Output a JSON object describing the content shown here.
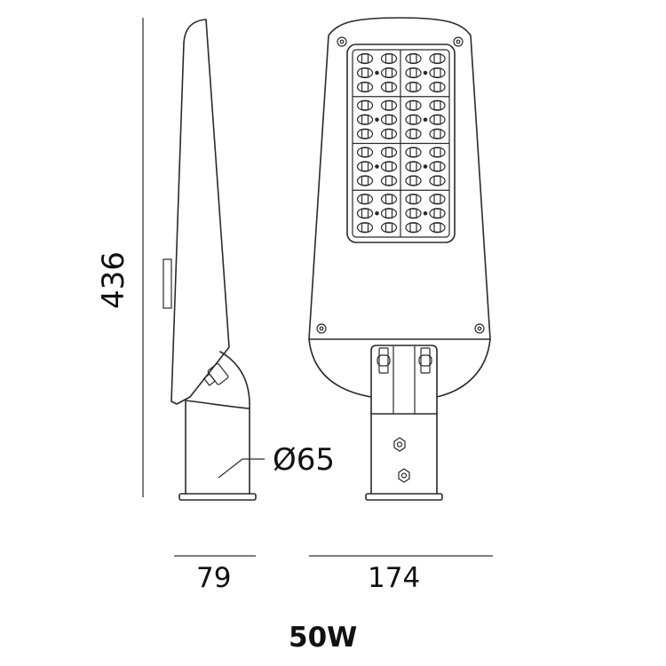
{
  "title": "LED street light dimension drawing",
  "dimensions": {
    "height": "436",
    "pipe_diameter": "Ø65",
    "depth": "79",
    "width": "174"
  },
  "power_rating": "50W",
  "led_module": {
    "blocks": 8,
    "rows_per_block": 3,
    "leds_per_row": 2,
    "total_leds": 48
  },
  "colors": {
    "line": "#2a2a2a",
    "dimension_line": "#555555",
    "background": "#ffffff"
  }
}
